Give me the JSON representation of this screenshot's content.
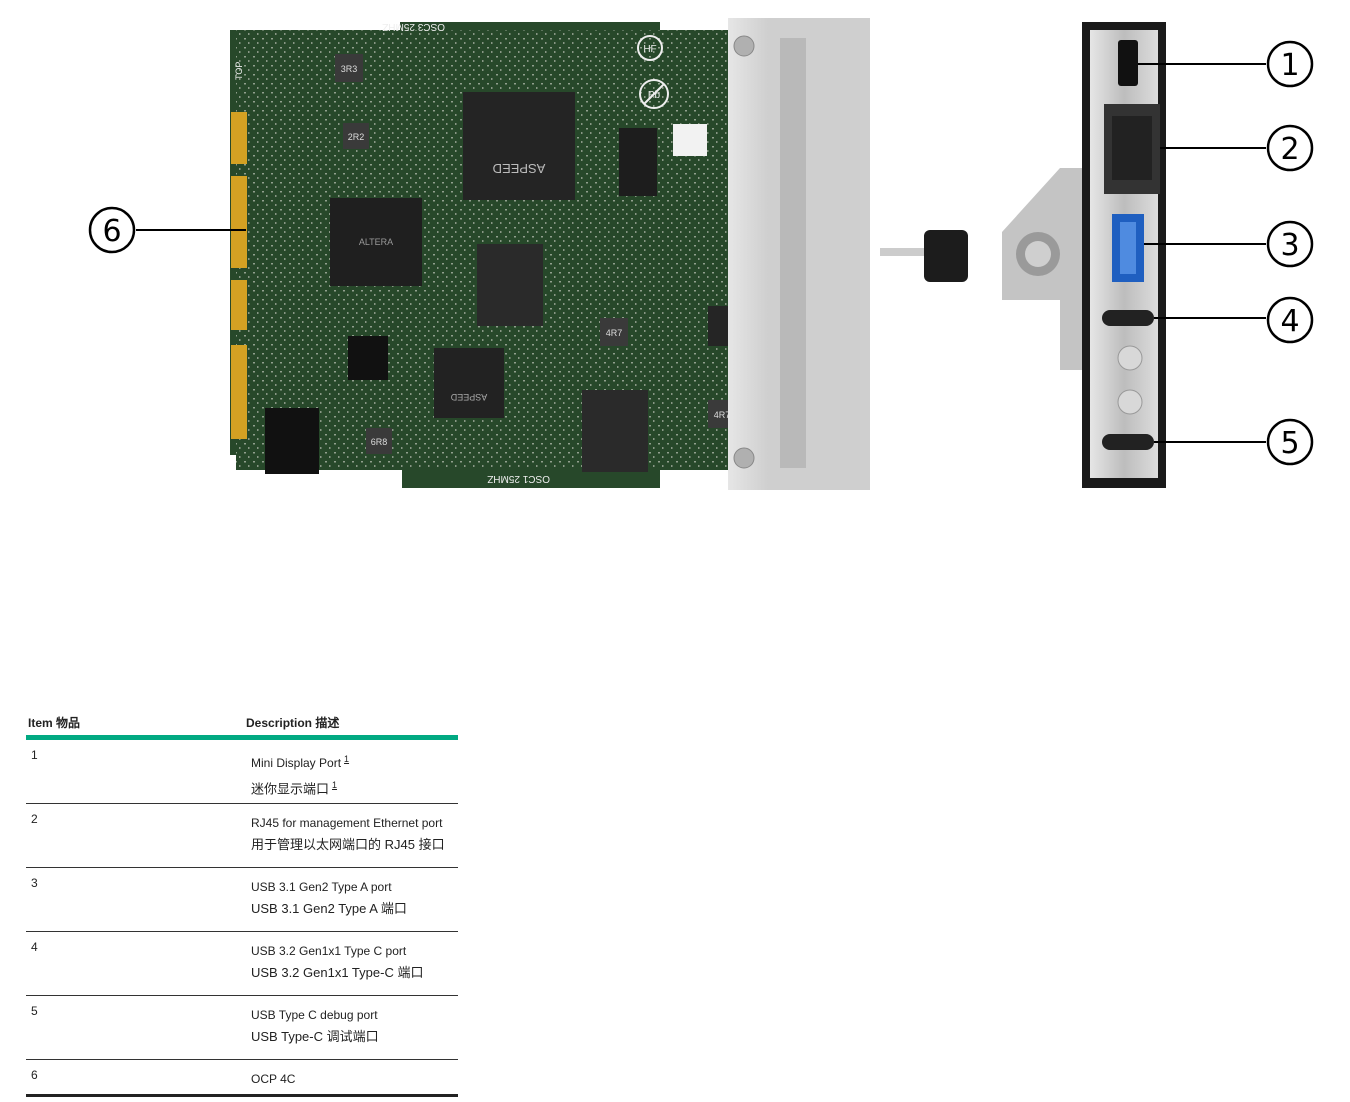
{
  "figure": {
    "callouts": [
      "1",
      "2",
      "3",
      "4",
      "5",
      "6"
    ],
    "board_text": {
      "osc_top": "OSC3 25MHZ",
      "osc_bottom": "OSC1 25MHZ",
      "top_mark": "TOP",
      "chip_brand": "ASPEED",
      "fpga_brand": "ALTERA",
      "hf_mark": "HF",
      "pb_mark": "Pb",
      "inductor_a": "3R3",
      "inductor_b": "2R2",
      "inductor_c": "4R7",
      "inductor_d": "4R7",
      "inductor_e": "6R8"
    },
    "colors": {
      "pcb": "#27482a",
      "gold": "#d4a123",
      "usb_blue": "#1f5fc0",
      "metal": "#c9c9c9"
    }
  },
  "table": {
    "headers": {
      "item_en": "Item",
      "item_zh": "物品",
      "desc_en": "Description",
      "desc_zh": "描述"
    },
    "rows": [
      {
        "item": "1",
        "en": "Mini Display Port",
        "zh": "迷你显示端口",
        "footnote": "1"
      },
      {
        "item": "2",
        "en": "RJ45 for management Ethernet port",
        "zh": "用于管理以太网端口的 RJ45 接口"
      },
      {
        "item": "3",
        "en": "USB 3.1 Gen2 Type A port",
        "zh": "USB 3.1 Gen2 Type A 端口"
      },
      {
        "item": "4",
        "en": "USB 3.2 Gen1x1 Type C port",
        "zh": "USB 3.2 Gen1x1 Type-C 端口"
      },
      {
        "item": "5",
        "en": "USB Type C debug port",
        "zh": "USB Type-C 调试端口"
      },
      {
        "item": "6",
        "en": "OCP 4C",
        "zh": ""
      }
    ]
  }
}
